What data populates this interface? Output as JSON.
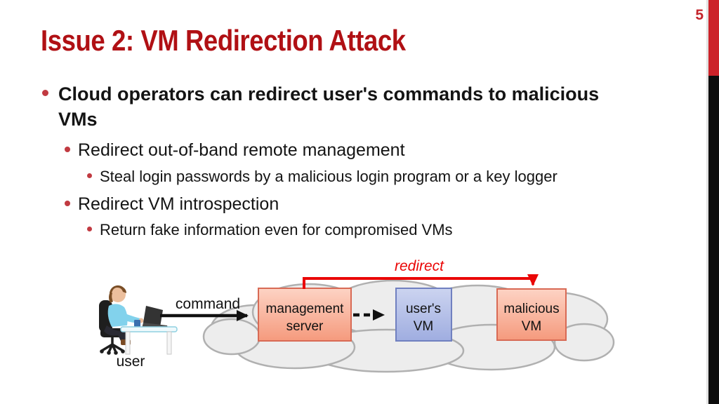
{
  "slide": {
    "page_number": "5",
    "title": "Issue 2: VM Redirection Attack",
    "bullets": [
      {
        "level": 1,
        "text": "Cloud operators can redirect user's commands to malicious VMs"
      },
      {
        "level": 2,
        "text": "Redirect out-of-band remote management"
      },
      {
        "level": 3,
        "text": "Steal login passwords by a malicious login program or a key logger"
      },
      {
        "level": 2,
        "text": "Redirect VM introspection"
      },
      {
        "level": 3,
        "text": "Return fake information even for compromised VMs"
      }
    ]
  },
  "diagram": {
    "user_label": "user",
    "command_label": "command",
    "redirect_label": "redirect",
    "management_server": {
      "line1": "management",
      "line2": "server"
    },
    "users_vm": {
      "line1": "user's",
      "line2": "VM"
    },
    "malicious_vm": {
      "line1": "malicious",
      "line2": "VM"
    }
  },
  "colors": {
    "title_red": "#b01014",
    "accent_bar_red": "#cc2229",
    "accent_bar_black": "#0d0d0d",
    "bullet_dot_red": "#c13a41",
    "redirect_arrow_red": "#ea0606",
    "red_box_border": "#d86a55",
    "red_box_fill_top": "#fdd3c4",
    "red_box_fill_bottom": "#f59a7d",
    "blue_box_border": "#7080c0",
    "blue_box_fill_top": "#ccd4f0",
    "blue_box_fill_bottom": "#9fade0",
    "cloud_fill": "#ededed",
    "cloud_stroke": "#b0b0b0"
  }
}
